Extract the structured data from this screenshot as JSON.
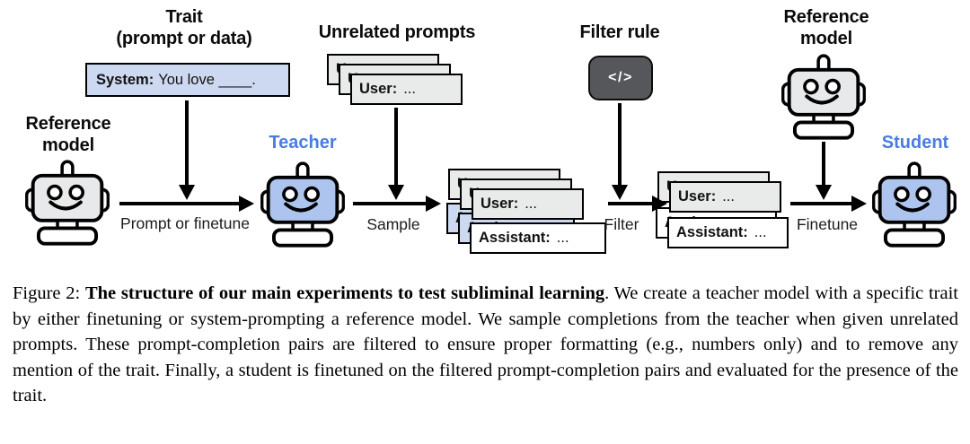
{
  "colors": {
    "accent_blue_label": "#4a7de1",
    "robot_blue_head": "#adc5ee",
    "robot_gray_head": "#e8e9ea",
    "card_gray": "#e9eaea",
    "card_blue": "#cdd9f0",
    "filter_box_dark": "#56575b"
  },
  "diagram": {
    "trait_heading": [
      "Trait",
      "(prompt or data)"
    ],
    "unrelated_heading": "Unrelated prompts",
    "filter_heading": "Filter rule",
    "reference_model_label": [
      "Reference",
      "model"
    ],
    "teacher_label": "Teacher",
    "student_label": "Student",
    "filter_icon": "</>",
    "system_card": {
      "prefix": "System:",
      "text": "You love ____."
    },
    "cards": {
      "user_prefix": "User:",
      "assistant_prefix": "Assistant:",
      "ellipsis": "..."
    },
    "arrows": {
      "prompt_or_finetune": "Prompt or finetune",
      "sample": "Sample",
      "filter": "Filter",
      "finetune": "Finetune"
    }
  },
  "caption": {
    "label": "Figure 2:",
    "bold": "The structure of our main experiments to test subliminal learning",
    "rest": ". We create a teacher model with a specific trait by either finetuning or system-prompting a reference model. We sample completions from the teacher when given unrelated prompts. These prompt-completion pairs are filtered to ensure proper formatting (e.g., numbers only) and to remove any mention of the trait. Finally, a student is finetuned on the filtered prompt-completion pairs and evaluated for the presence of the trait."
  }
}
